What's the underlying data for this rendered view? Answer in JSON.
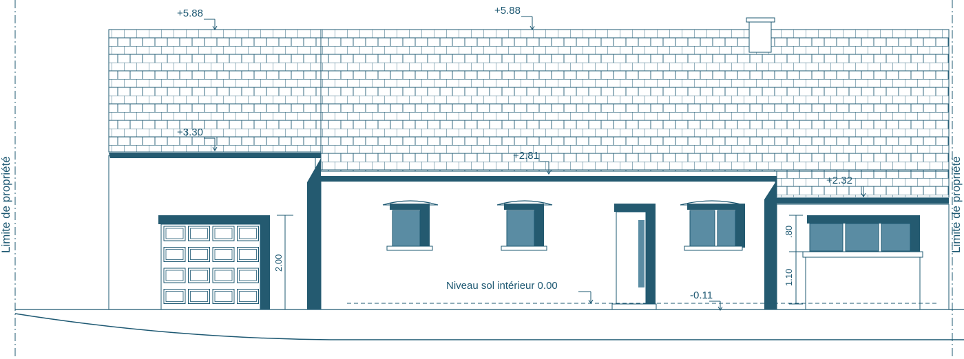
{
  "labels": {
    "property_limit_left": "Limite de propriété",
    "property_limit_right": "Limite de propriété",
    "elev_ridge_left": "+5.88",
    "elev_ridge_main": "+5.88",
    "elev_garage_eave": "+3.30",
    "elev_main_eave": "+2.81",
    "elev_right_eave": "+2.32",
    "floor_level": "Niveau sol intérieur 0.00",
    "exterior_level": "-0.11",
    "garage_door_height": "2.00",
    "window_height": ".80",
    "sill_height": "1.10"
  },
  "colors": {
    "line": "#1d5872",
    "dark_fill": "#245a70",
    "glass": "#5a8ca3",
    "roof_bg": "#ffffff"
  }
}
